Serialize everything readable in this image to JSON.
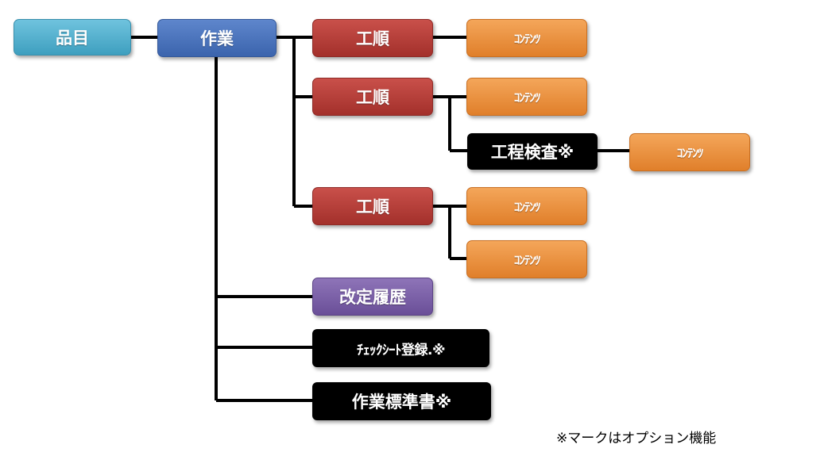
{
  "nodes": {
    "hinmoku": "品目",
    "sagyou": "作業",
    "koujun_1": "工順",
    "koujun_2": "工順",
    "koujun_3": "工順",
    "content_1": "ｺﾝﾃﾝﾂ",
    "content_2": "ｺﾝﾃﾝﾂ",
    "content_3": "ｺﾝﾃﾝﾂ",
    "content_4": "ｺﾝﾃﾝﾂ",
    "content_5": "ｺﾝﾃﾝﾂ",
    "koutei_kensa": "工程検査※",
    "kaitei_rireki": "改定履歴",
    "check_sheet": "ﾁｪｯｸｼｰﾄ登録.※",
    "sagyou_hyoujunsho": "作業標準書※"
  },
  "note": "※マークはオプション機能",
  "colors": {
    "teal": "#4aaed0",
    "blue": "#4873bb",
    "red": "#b43b35",
    "orange": "#ea8f3e",
    "purple": "#7a5fa8",
    "black": "#000000",
    "connector": "#000000"
  }
}
